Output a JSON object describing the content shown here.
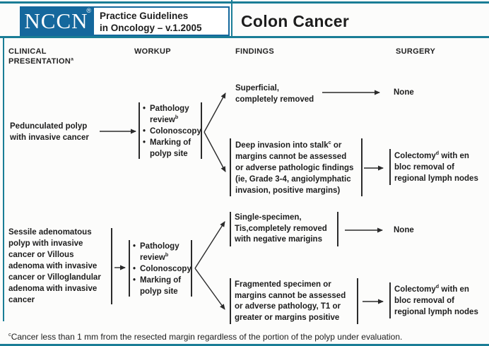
{
  "header": {
    "logo_text": "NCCN",
    "registered_mark": "®",
    "guidelines_line1": "Practice Guidelines",
    "guidelines_line2": "in Oncology – v.1.2005",
    "page_title": "Colon Cancer"
  },
  "colors": {
    "brand_blue": "#15689d",
    "rule_teal": "#1a7d96",
    "text": "#1d1d1d"
  },
  "column_headers": {
    "clinical": "CLINICAL\nPRESENTATION",
    "clinical_sup": "a",
    "workup": "WORKUP",
    "findings": "FINDINGS",
    "surgery": "SURGERY"
  },
  "workup_list": {
    "item1_text": "Pathology\nreview",
    "item1_sup": "b",
    "item2": "Colonoscopy",
    "item3": "Marking of\npolyp site"
  },
  "section1": {
    "presentation": "Pedunculated polyp\nwith invasive cancer",
    "finding_top": "Superficial,\ncompletely removed",
    "surgery_top": "None",
    "finding_bottom": {
      "part1": "Deep invasion into stalk",
      "sup1": "c",
      "part2": " or\nmargins cannot be assessed\nor adverse pathologic findings\n(ie, Grade 3-4, angiolymphatic\ninvasion, positive margins)"
    },
    "surgery_bottom": {
      "part1": "Colectomy",
      "sup1": "d",
      "part2": " with en\nbloc removal of\nregional lymph nodes"
    }
  },
  "section2": {
    "presentation": "Sessile adenomatous\npolyp with invasive\ncancer or Villous\nadenoma with invasive\ncancer or Villoglandular\nadenoma with invasive\ncancer",
    "finding_top": "Single-specimen,\nTis,completely removed\nwith negative marigins",
    "surgery_top": "None",
    "finding_bottom": "Fragmented specimen or\nmargins cannot be assessed\nor adverse pathology, T1 or\ngreater or margins positive",
    "surgery_bottom": {
      "part1": "Colectomy",
      "sup1": "d",
      "part2": " with en\nbloc removal of\nregional lymph nodes"
    }
  },
  "footnote": {
    "sup": "c",
    "text": "Cancer less than 1 mm from the resected margin regardless of the portion of the polyp under evaluation."
  }
}
